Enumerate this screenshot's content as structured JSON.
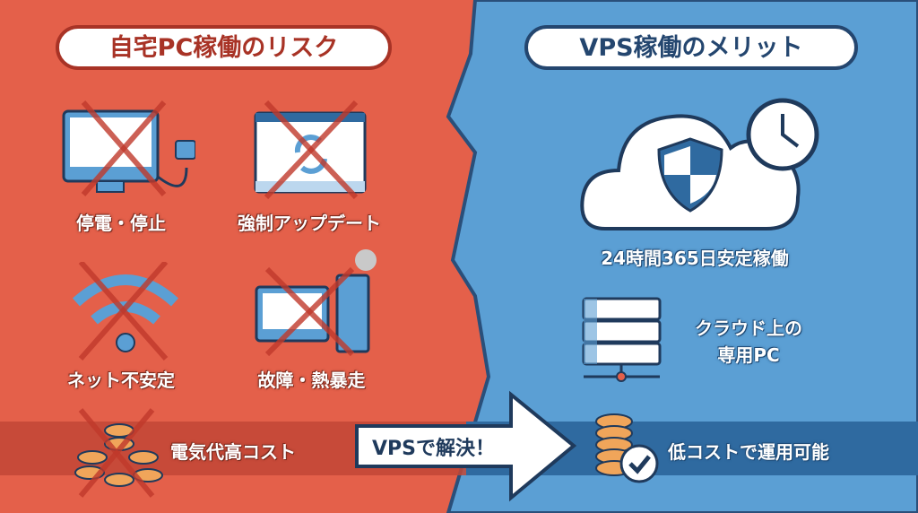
{
  "left": {
    "title": "自宅PC稼働のリスク",
    "items": [
      {
        "label": "停電・停止",
        "icon": "monitor-unplugged-icon"
      },
      {
        "label": "強制アップデート",
        "icon": "update-window-icon"
      },
      {
        "label": "ネット不安定",
        "icon": "wifi-broken-icon"
      },
      {
        "label": "故障・熱暴走",
        "icon": "pc-smoke-icon"
      }
    ],
    "cost": "電気代高コスト"
  },
  "arrow": "VPSで解決！",
  "right": {
    "title": "VPS稼働のメリット",
    "uptime": "24時間365日安定稼働",
    "server": [
      "クラウド上の",
      "専用PC"
    ],
    "cost": "低コストで運用可能"
  },
  "colors": {
    "red": "#e4604a",
    "blue": "#5b9fd4",
    "red_band": "#c24736",
    "blue_band": "#2f6aa0"
  }
}
